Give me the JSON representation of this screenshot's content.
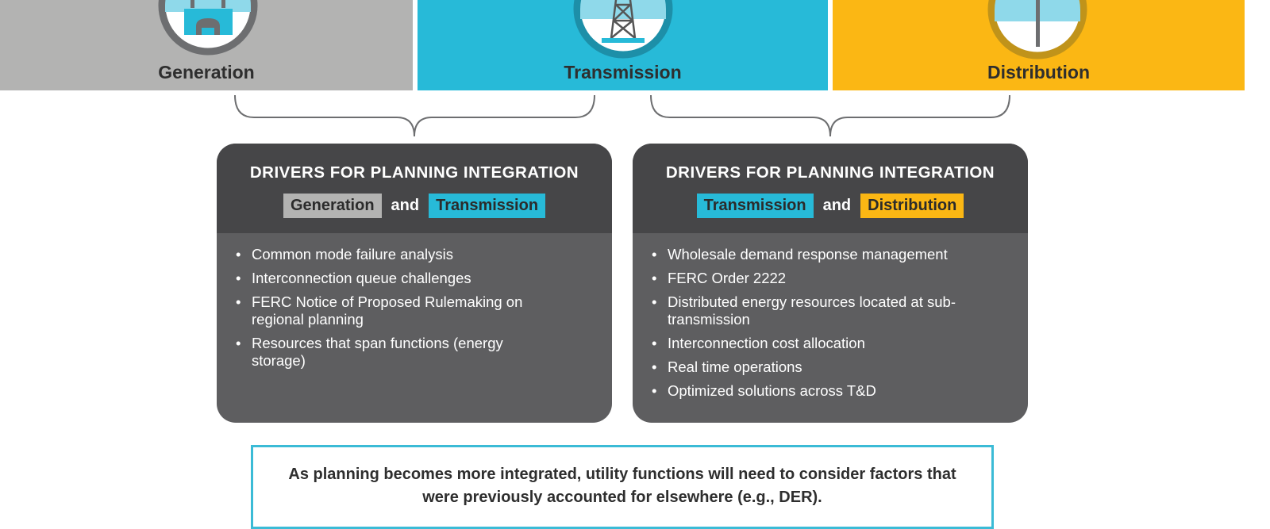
{
  "functions": [
    {
      "label": "Generation",
      "color": "#b3b3b2",
      "ring": "#6d6e70",
      "icon": "power-plant-icon"
    },
    {
      "label": "Transmission",
      "color": "#27bad8",
      "ring": "#1d8fa8",
      "icon": "transmission-tower-icon"
    },
    {
      "label": "Distribution",
      "color": "#fbb714",
      "ring": "#c0931a",
      "icon": "utility-pole-icon"
    }
  ],
  "cards": [
    {
      "title": "DRIVERS FOR PLANNING INTEGRATION",
      "pill_a": "Generation",
      "joiner": "and",
      "pill_b": "Transmission",
      "items": [
        "Common mode failure analysis",
        "Interconnection queue challenges",
        "FERC Notice of Proposed Rulemaking on regional planning",
        "Resources that span functions (energy storage)"
      ]
    },
    {
      "title": "DRIVERS FOR PLANNING INTEGRATION",
      "pill_a": "Transmission",
      "joiner": "and",
      "pill_b": "Distribution",
      "items": [
        "Wholesale demand response management",
        "FERC Order 2222",
        "Distributed energy resources located at sub-transmission",
        "Interconnection cost allocation",
        "Real time operations",
        "Optimized solutions across T&D"
      ]
    }
  ],
  "note": "As planning becomes more integrated, utility functions will need to consider factors that were previously accounted for elsewhere (e.g., DER)."
}
